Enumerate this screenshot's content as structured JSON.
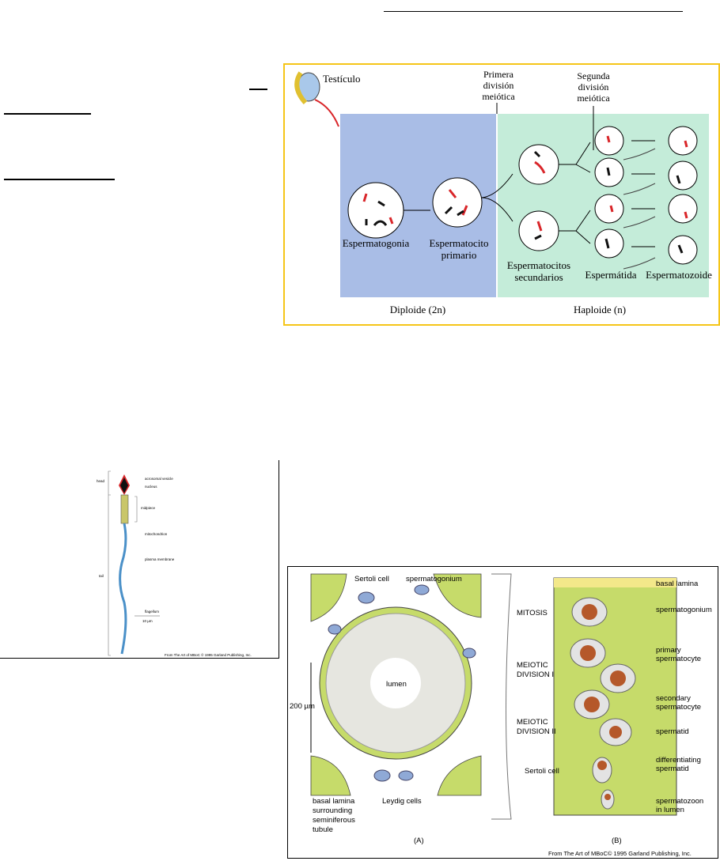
{
  "fig1": {
    "testicle": "Testículo",
    "first_div": [
      "Primera",
      "división",
      "meiótica"
    ],
    "second_div": [
      "Segunda",
      "división",
      "meiótica"
    ],
    "spermatogonia": "Espermatogonia",
    "primary": [
      "Espermatocito",
      "primario"
    ],
    "secondary": [
      "Espermatocitos",
      "secundarios"
    ],
    "spermatid": "Espermátida",
    "spermatozoon": "Espermatozoide",
    "diploid": "Diploide (2n)",
    "haploid": "Haploide (n)",
    "colors": {
      "diploid": "#a9bde6",
      "haploid": "#c4ecd9",
      "border": "#f5c518",
      "red": "#d9262a"
    }
  },
  "fig2": {
    "head": "head",
    "acrosome": "acrosomal vesicle",
    "nucleus": "nucleus",
    "midpiece": "midpiece",
    "mito": "mitochondrion",
    "membrane": "plasma membrane",
    "tail": "tail",
    "flagellum": "flagellum",
    "scale": "10 µm",
    "credit": "From The Art of MBoC © 1995 Garland Publishing, Inc."
  },
  "fig3": {
    "sertoli": "Sertoli cell",
    "spermatogonium": "spermatogonium",
    "lumen": "lumen",
    "scale": "200 µm",
    "basal": [
      "basal lamina",
      "surrounding",
      "seminiferous",
      "tubule"
    ],
    "leydig": "Leydig cells",
    "a": "(A)",
    "b": "(B)",
    "mitosis": "MITOSIS",
    "meiotic1": [
      "MEIOTIC",
      "DIVISION I"
    ],
    "meiotic2": [
      "MEIOTIC",
      "DIVISION II"
    ],
    "r_basal": "basal lamina",
    "r_sg": "spermatogonium",
    "r_primary": [
      "primary",
      "spermatocyte"
    ],
    "r_secondary": [
      "secondary",
      "spermatocyte"
    ],
    "r_spermatid": "spermatid",
    "r_diff": [
      "differentiating",
      "spermatid"
    ],
    "r_sertoli": "Sertoli cell",
    "r_szoon": [
      "spermatozoon",
      "in lumen"
    ],
    "credit": "From The Art of MBoC© 1995 Garland Publishing, Inc.",
    "colors": {
      "green": "#c6db6a",
      "cell": "#e3e3e3",
      "nucleus": "#b5582a",
      "leydig": "#8fa9d6"
    }
  }
}
